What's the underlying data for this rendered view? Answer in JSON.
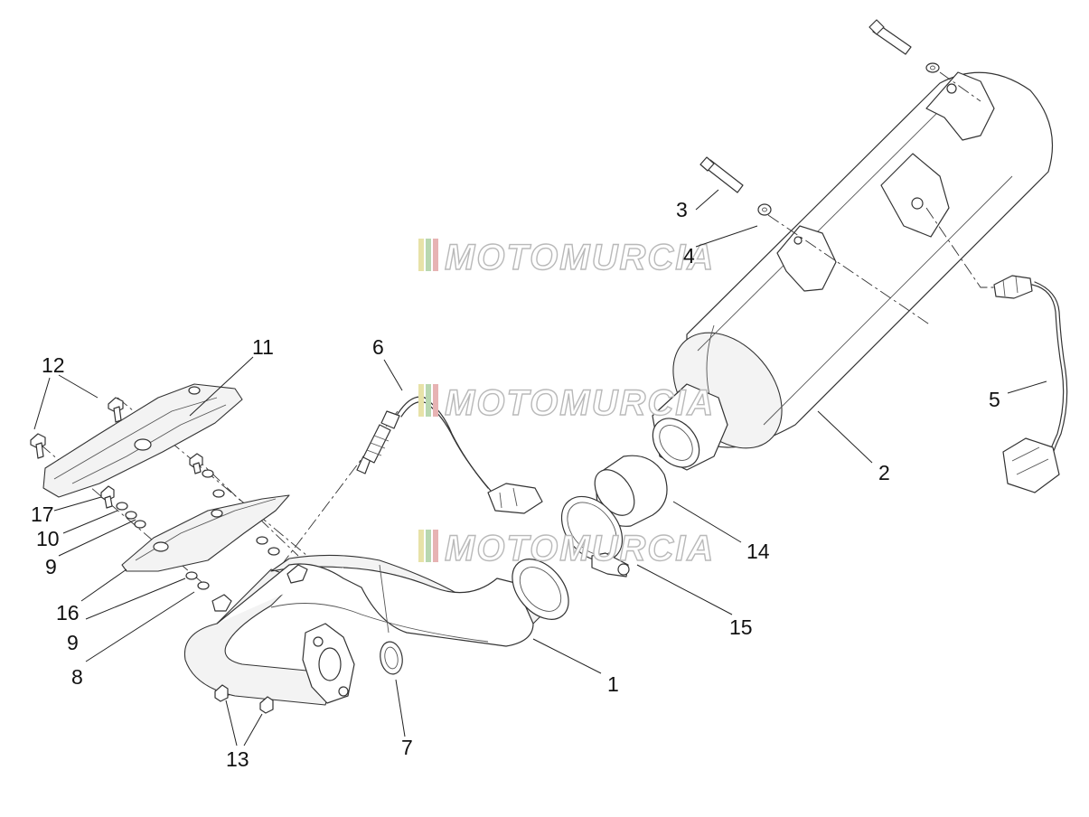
{
  "watermark": {
    "text": "MOTOMURCIA",
    "stripe_colors": [
      "#e7e2a8",
      "#b8d7b0",
      "#e7b3b3"
    ]
  },
  "callouts": [
    {
      "id": "c1",
      "label": "1"
    },
    {
      "id": "c2",
      "label": "2"
    },
    {
      "id": "c3",
      "label": "3"
    },
    {
      "id": "c4",
      "label": "4"
    },
    {
      "id": "c5",
      "label": "5"
    },
    {
      "id": "c6",
      "label": "6"
    },
    {
      "id": "c7",
      "label": "7"
    },
    {
      "id": "c8",
      "label": "8"
    },
    {
      "id": "c9a",
      "label": "9"
    },
    {
      "id": "c9b",
      "label": "9"
    },
    {
      "id": "c10",
      "label": "10"
    },
    {
      "id": "c11",
      "label": "11"
    },
    {
      "id": "c12",
      "label": "12"
    },
    {
      "id": "c13",
      "label": "13"
    },
    {
      "id": "c14",
      "label": "14"
    },
    {
      "id": "c15",
      "label": "15"
    },
    {
      "id": "c16",
      "label": "16"
    },
    {
      "id": "c17",
      "label": "17"
    }
  ]
}
